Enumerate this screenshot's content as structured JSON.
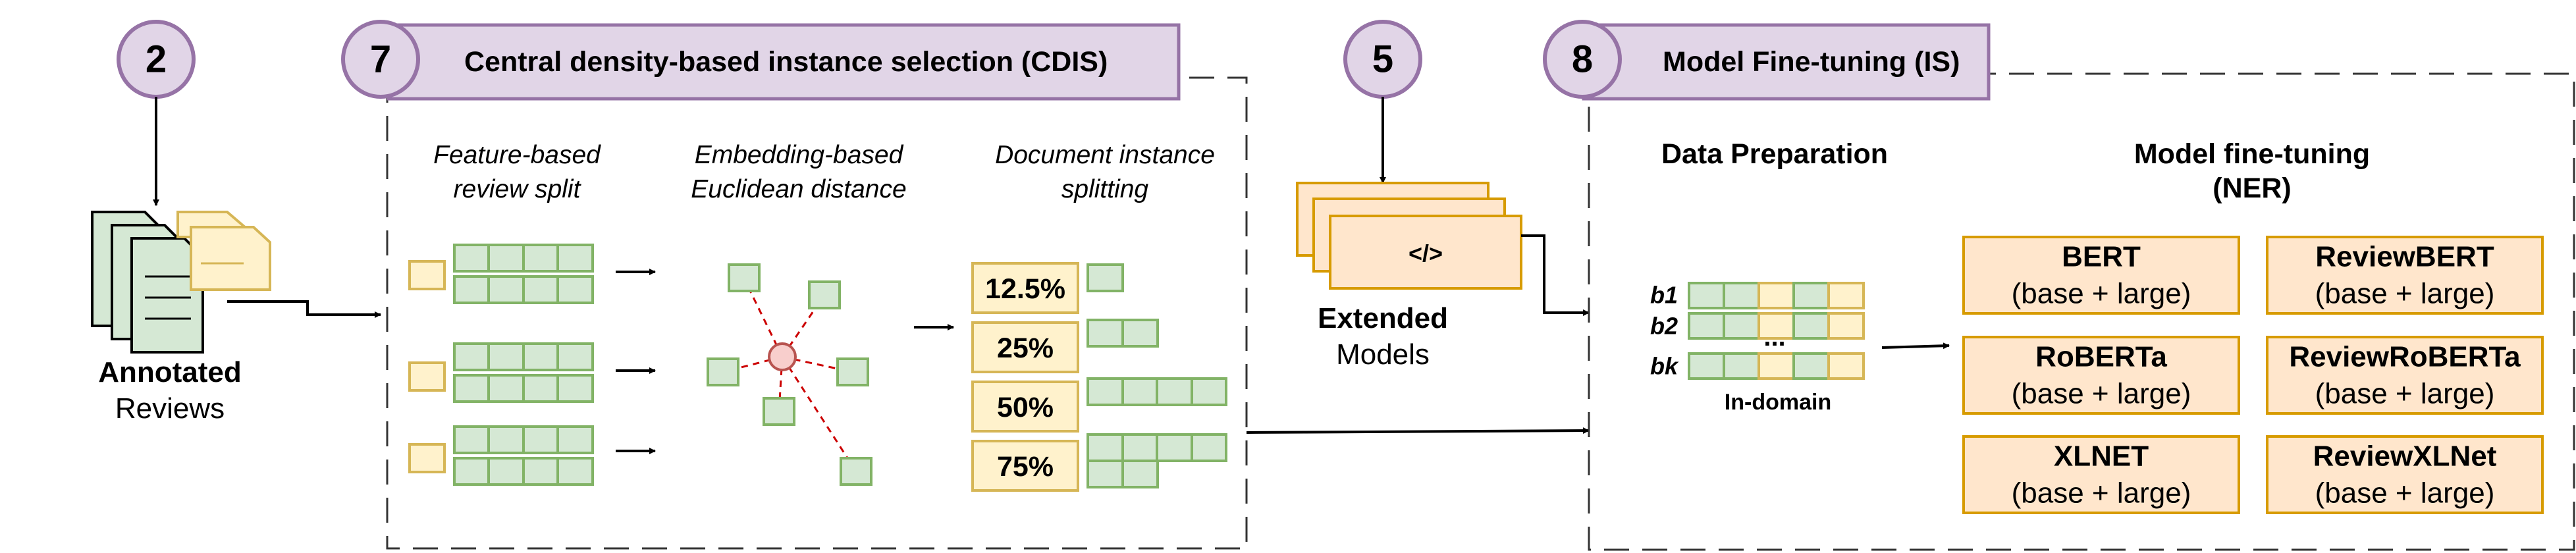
{
  "colors": {
    "circle_fill": "#e1d5e7",
    "circle_stroke": "#9673a6",
    "green_fill": "#d5e8d4",
    "green_stroke": "#82b366",
    "yellow_fill": "#fff2cc",
    "yellow_stroke": "#d6b656",
    "orange_fill": "#ffe6cc",
    "orange_stroke": "#d79b00",
    "red_fill": "#f8cecc",
    "red_stroke": "#b85450",
    "red_dash": "#cc0000"
  },
  "steps": {
    "reviews_num": "2",
    "cdis_num": "7",
    "models_num": "5",
    "finetune_num": "8"
  },
  "reviews": {
    "line1": "Annotated",
    "line2": "Reviews"
  },
  "cdis": {
    "title": "Central density-based instance selection (CDIS)",
    "col1_line1": "Feature-based",
    "col1_line2": "review split",
    "col2_line1": "Embedding-based",
    "col2_line2": "Euclidean distance",
    "col3_line1": "Document instance",
    "col3_line2": "splitting",
    "pct": [
      "12.5%",
      "25%",
      "50%",
      "75%"
    ]
  },
  "models": {
    "icon_text": "</>",
    "line1": "Extended",
    "line2": "Models"
  },
  "finetune": {
    "title": "Model Fine-tuning (IS)",
    "data_prep": "Data Preparation",
    "model_ft_line1": "Model fine-tuning",
    "model_ft_line2": "(NER)",
    "batch_labels": [
      "b1",
      "b2",
      "bk"
    ],
    "ellipsis": "...",
    "in_domain": "In-domain",
    "models": [
      {
        "name": "BERT",
        "variant": "(base + large)"
      },
      {
        "name": "ReviewBERT",
        "variant": "(base + large)"
      },
      {
        "name": "RoBERTa",
        "variant": "(base + large)"
      },
      {
        "name": "ReviewRoBERTa",
        "variant": "(base + large)"
      },
      {
        "name": "XLNET",
        "variant": "(base + large)"
      },
      {
        "name": "ReviewXLNet",
        "variant": "(base + large)"
      }
    ]
  }
}
